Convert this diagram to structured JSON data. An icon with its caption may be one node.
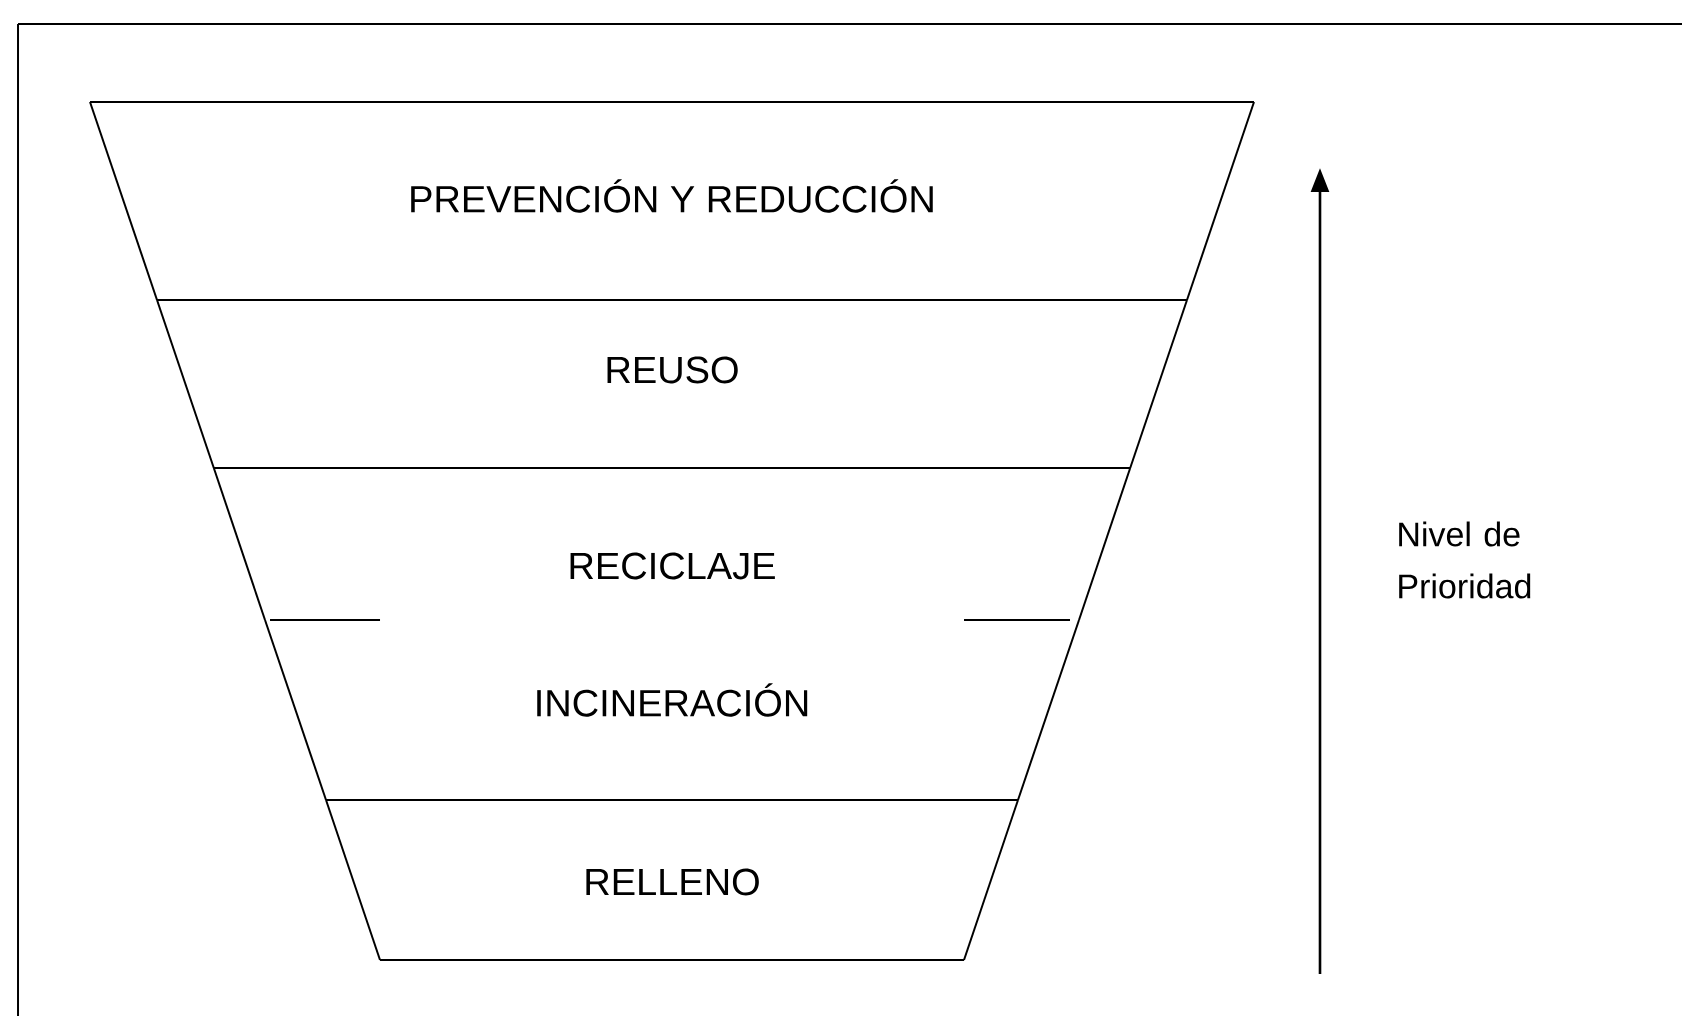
{
  "diagram": {
    "nodes": [
      {
        "text": [
          "PREVENCIÓN Y REDUCCIÓN"
        ]
      },
      {
        "text": [
          "REUSO"
        ]
      },
      {
        "text": [
          "RECICLAJE"
        ]
      },
      {
        "text": [
          "INCINERACIÓN"
        ]
      },
      {
        "text": [
          "RELLENO"
        ]
      }
    ],
    "labels": [
      "Nivel de Prioridad"
    ]
  }
}
